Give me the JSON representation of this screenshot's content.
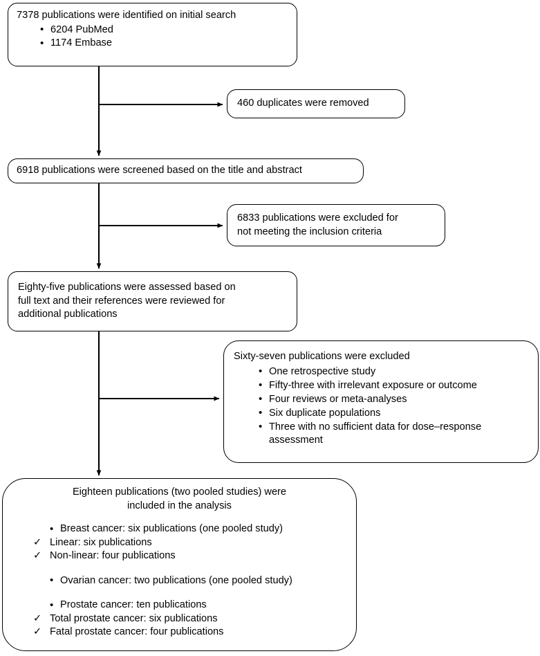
{
  "diagram": {
    "type": "prisma-flow-diagram",
    "stroke_color": "#000000",
    "background_color": "#ffffff",
    "nodes": {
      "identified": {
        "title": "7378 publications were identified on initial search",
        "items": [
          "6204 PubMed",
          "1174 Embase"
        ]
      },
      "duplicates": {
        "title": "460 duplicates were removed"
      },
      "screened": {
        "title": "6918 publications were screened based on the title and abstract"
      },
      "excluded_criteria": {
        "title": "6833 publications were excluded for\nnot meeting the inclusion criteria"
      },
      "assessed": {
        "title": "Eighty-five publications were assessed based on\nfull text and their references were reviewed for\nadditional publications"
      },
      "excluded_sixtyseven": {
        "title": "Sixty-seven publications were excluded",
        "items": [
          "One retrospective study",
          "Fifty-three with irrelevant exposure or outcome",
          "Four reviews or meta-analyses",
          "Six duplicate populations",
          "Three with no sufficient data for dose–response\nassessment"
        ]
      },
      "included": {
        "title": "Eighteen publications (two pooled studies) were\nincluded in the analysis",
        "groups": [
          {
            "label": "Breast cancer: six publications (one pooled study)",
            "subitems": [
              "Linear: six publications",
              "Non-linear: four publications"
            ]
          },
          {
            "label": "Ovarian cancer: two publications (one pooled study)",
            "subitems": []
          },
          {
            "label": "Prostate cancer: ten publications",
            "subitems": [
              "Total prostate cancer: six publications",
              "Fatal prostate cancer: four publications"
            ]
          }
        ]
      }
    },
    "connectors": [
      {
        "name": "identified-to-screened",
        "kind": "vertical-arrow"
      },
      {
        "name": "branch-to-duplicates",
        "kind": "horizontal-arrow"
      },
      {
        "name": "screened-to-assessed",
        "kind": "vertical-arrow"
      },
      {
        "name": "branch-to-excluded-criteria",
        "kind": "horizontal-arrow"
      },
      {
        "name": "assessed-to-included",
        "kind": "vertical-arrow"
      },
      {
        "name": "branch-to-excluded-sixtyseven",
        "kind": "horizontal-arrow"
      }
    ]
  }
}
